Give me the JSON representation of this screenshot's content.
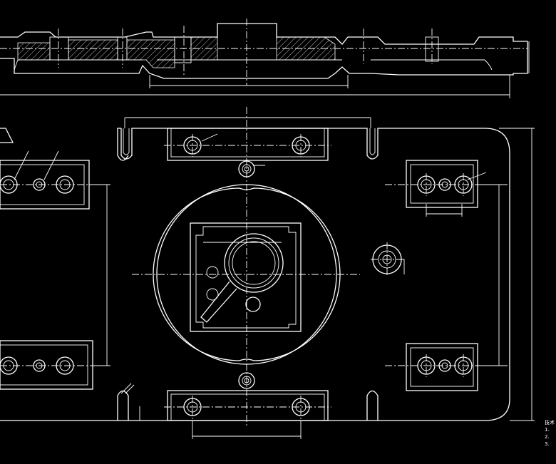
{
  "drawing": {
    "line_color": "#ffffff",
    "background": "#000000",
    "views": [
      "section-view",
      "plan-view"
    ],
    "notes": {
      "title": "技术",
      "items": [
        "1.",
        "2.",
        "3."
      ]
    }
  }
}
